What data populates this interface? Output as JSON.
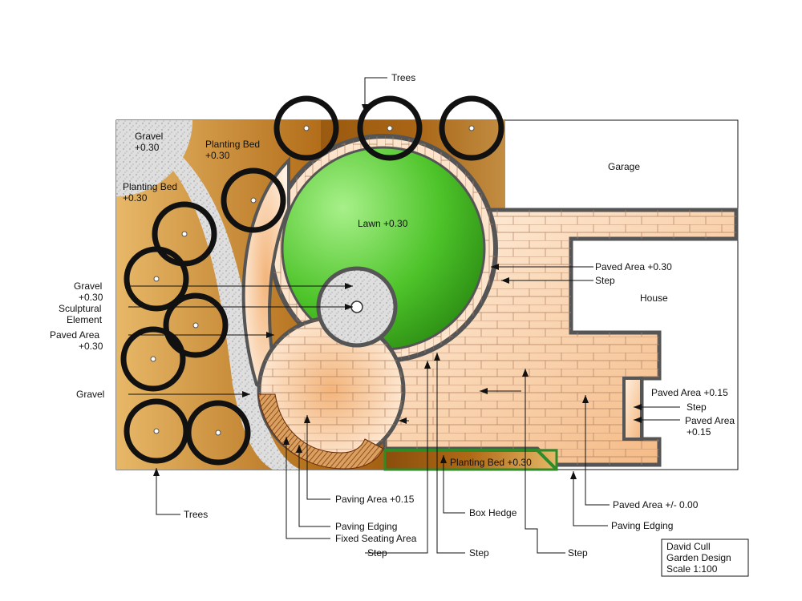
{
  "colors": {
    "planting_bed": "#b36a14",
    "planting_bed_light": "#e7b868",
    "gravel": "#d8d8d8",
    "lawn": "#39b01a",
    "lawn_light": "#a8f08a",
    "paving": "#f7c79a",
    "paving_light": "#fff1e2",
    "edging": "#666666",
    "hedge": "#2f8a2a",
    "seating": "#8a3f10",
    "tree_outline": "#111111"
  },
  "labels": {
    "trees_top": "Trees",
    "gravel_top_1": "Gravel",
    "gravel_top_2": "+0.30",
    "planting_bed_top_1": "Planting Bed",
    "planting_bed_top_2": "+0.30",
    "planting_bed_left_1": "Planting Bed",
    "planting_bed_left_2": "+0.30",
    "garage": "Garage",
    "lawn": "Lawn +0.30",
    "house": "House",
    "paved_area_030": "Paved Area +0.30",
    "step_1": "Step",
    "gravel_left_1": "Gravel",
    "gravel_left_2": "+0.30",
    "sculptural_1": "Sculptural",
    "sculptural_2": "Element",
    "paved_left_1": "Paved Area",
    "paved_left_2": "+0.30",
    "gravel_left": "Gravel",
    "paved_015_right": "Paved Area +0.15",
    "step_right": "Step",
    "paved_015_right_b1": "Paved Area",
    "paved_015_right_b2": "+0.15",
    "planting_bed_bottom": "Planting Bed +0.30",
    "trees_bottom": "Trees",
    "paving_area_015": "Paving Area +0.15",
    "box_hedge": "Box Hedge",
    "paved_area_000": "Paved Area +/- 0.00",
    "paving_edging_1": "Paving Edging",
    "paving_edging_2": "Paving Edging",
    "fixed_seating": "Fixed Seating Area",
    "step_b1": "Step",
    "step_b2": "Step",
    "step_b3": "Step"
  },
  "title_block": {
    "line1": "David Cull",
    "line2": "Garden Design",
    "line3": "Scale 1:100"
  }
}
